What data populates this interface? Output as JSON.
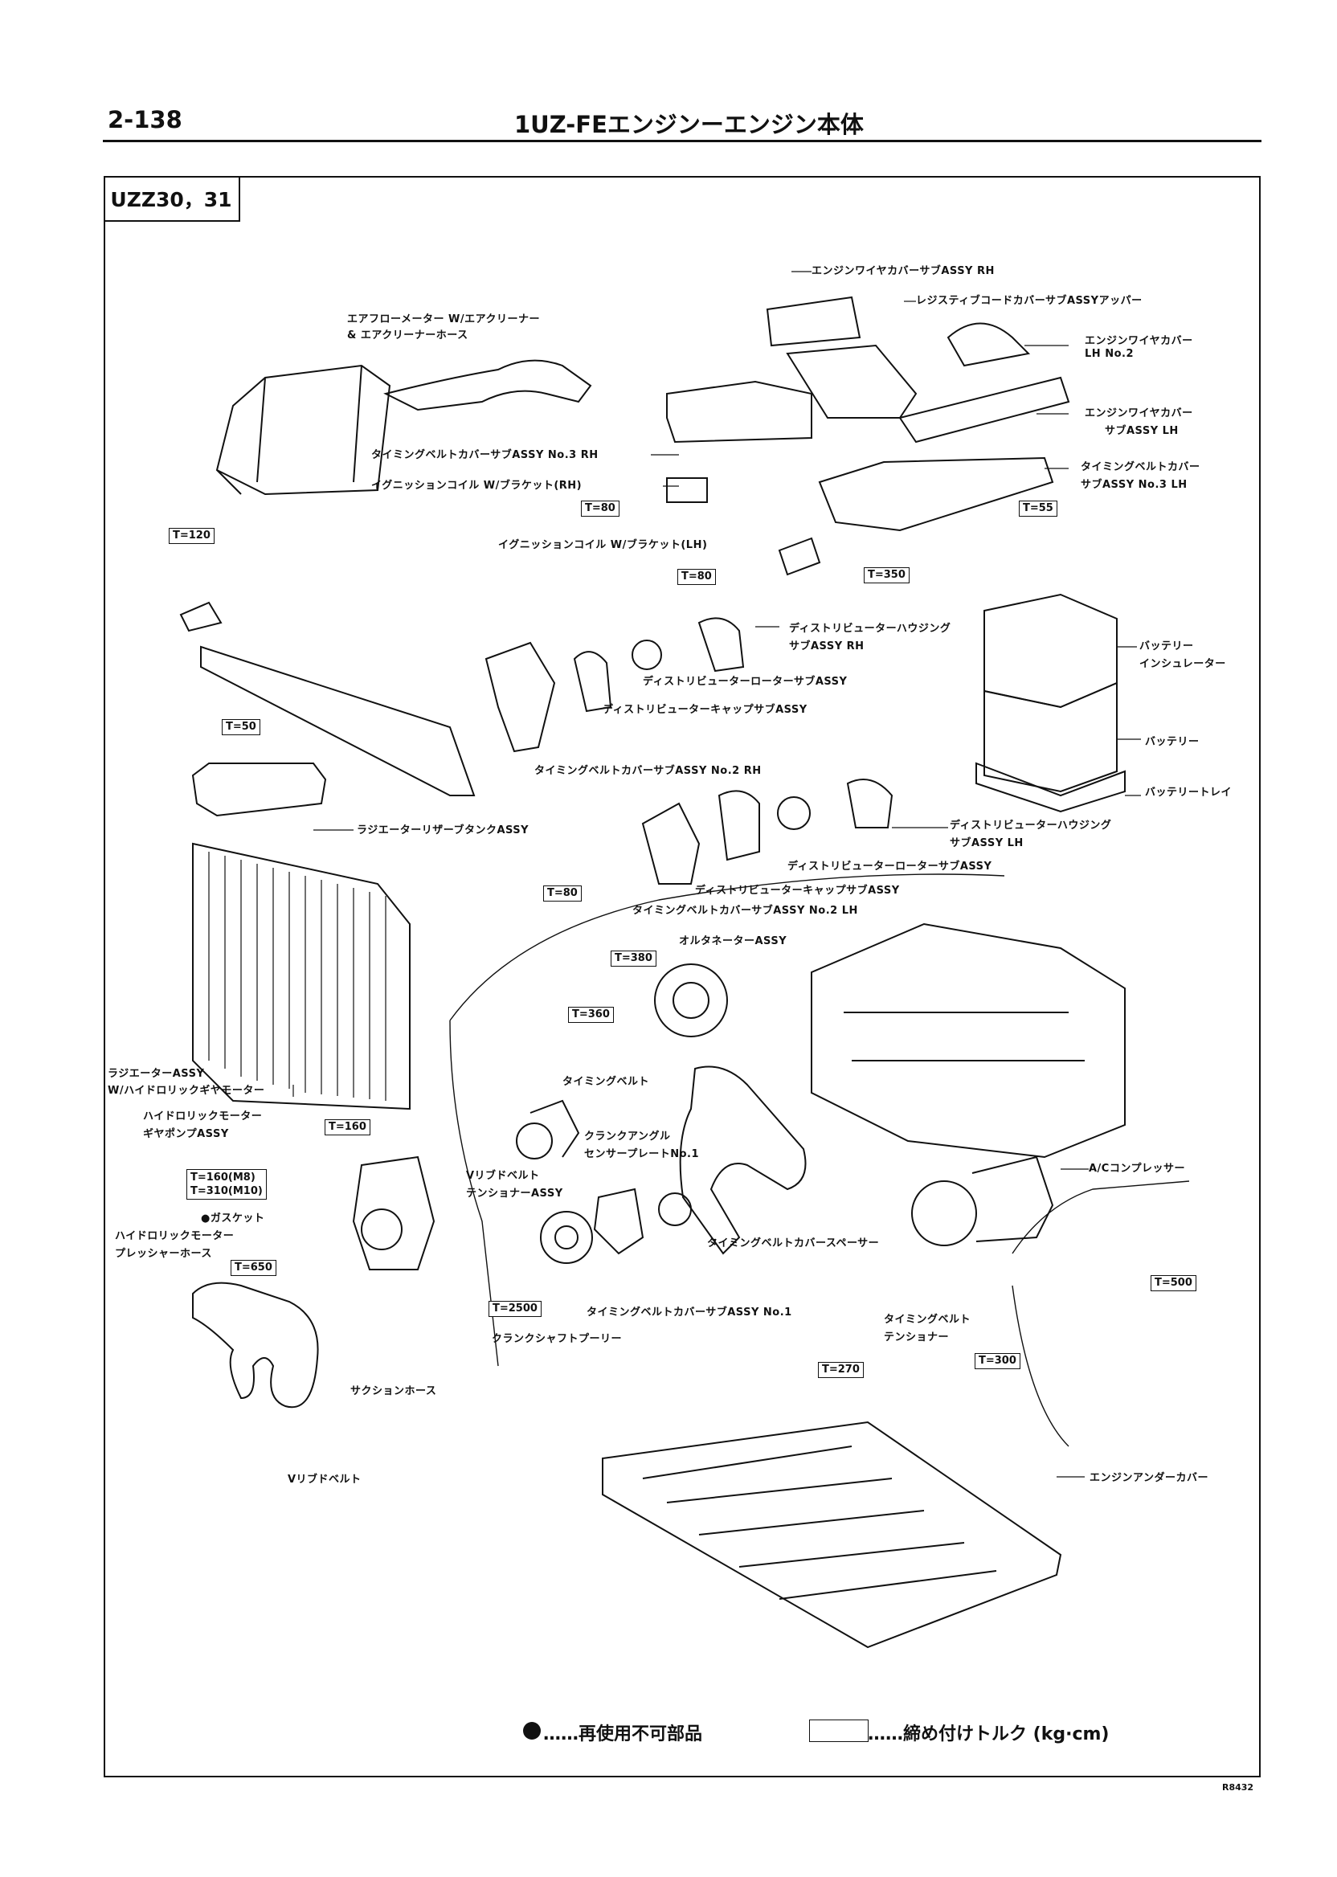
{
  "header": {
    "page_number": "2-138",
    "title": "1UZ-FEエンジンーエンジン本体"
  },
  "model": "UZZ30，31",
  "labels": {
    "l01": "エンジンワイヤカバーサブASSY  RH",
    "l02": "レジスティブコードカバーサブASSYアッパー",
    "l03": "エアフローメーター  W/エアクリーナー",
    "l04": "&  エアクリーナーホース",
    "l05": "エンジンワイヤカバー",
    "l06": "LH No.2",
    "l07": "エンジンワイヤカバー",
    "l08": "サブASSY  LH",
    "l09": "タイミングベルトカバーサブASSY  No.3  RH",
    "l10": "タイミングベルトカバー",
    "l11": "サブASSY  No.3  LH",
    "l12": "イグニッションコイル  W/ブラケット(RH)",
    "l13": "イグニッションコイル  W/ブラケット(LH)",
    "l14": "ディストリビューターハウジング",
    "l15": "サブASSY  RH",
    "l16": "ディストリビューターローターサブASSY",
    "l17": "ディストリビューターキャップサブASSY",
    "l18": "タイミングベルトカバーサブASSY  No.2  RH",
    "l19": "バッテリー",
    "l20": "インシュレーター",
    "l21": "バッテリー",
    "l22": "バッテリートレイ",
    "l23": "ラジエーターリザーブタンクASSY",
    "l24": "ディストリビューターハウジング",
    "l25": "サブASSY  LH",
    "l26": "ディストリビューターローターサブASSY",
    "l27": "ディストリビューターキャップサブASSY",
    "l28": "タイミングベルトカバーサブASSY  No.2  LH",
    "l29": "オルタネーターASSY",
    "l30": "ラジエーターASSY",
    "l31": "W/ハイドロリックギヤモーター",
    "l32": "タイミングベルト",
    "l33": "ハイドロリックモーター",
    "l34": "ギヤポンプASSY",
    "l35": "クランクアングル",
    "l36": "センサープレートNo.1",
    "l37": "Vリブドベルト",
    "l38": "テンショナーASSY",
    "l39": "A/Cコンプレッサー",
    "l40": "●ガスケット",
    "l41": "ハイドロリックモーター",
    "l42": "プレッシャーホース",
    "l43": "タイミングベルトカバースペーサー",
    "l44": "タイミングベルトカバーサブASSY  No.1",
    "l45": "タイミングベルト",
    "l46": "テンショナー",
    "l47": "クランクシャフトプーリー",
    "l48": "サクションホース",
    "l49": "Vリブドベルト",
    "l50": "エンジンアンダーカバー"
  },
  "torques": {
    "t01": "T=80",
    "t02": "T=55",
    "t03": "T=120",
    "t04": "T=80",
    "t05": "T=350",
    "t06": "T=50",
    "t07": "T=80",
    "t08": "T=380",
    "t09": "T=360",
    "t10": "T=160",
    "t11a": "T=160(M8)",
    "t11b": "T=310(M10)",
    "t12": "T=650",
    "t13": "T=2500",
    "t14": "T=270",
    "t15": "T=500",
    "t16": "T=300"
  },
  "legend": {
    "nonreusable": "……再使用不可部品",
    "torque": "……締め付けトルク  (kg·cm)"
  },
  "ref_code": "R8432"
}
